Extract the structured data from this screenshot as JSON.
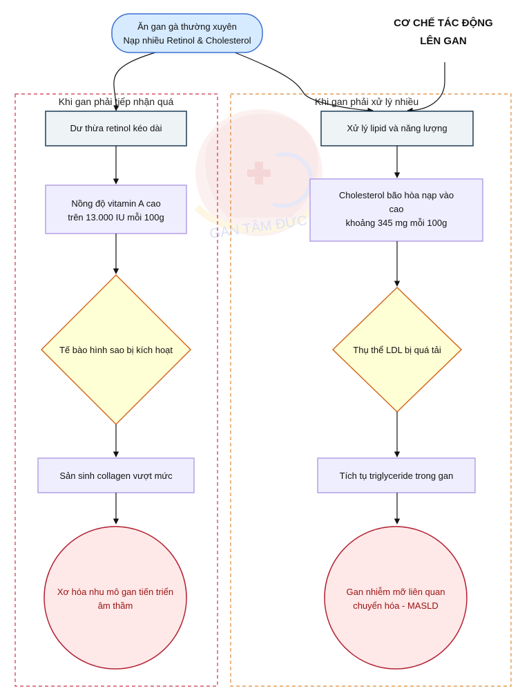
{
  "side_title": {
    "line1": "CƠ CHẾ TÁC ĐỘNG",
    "line2": "LÊN GAN"
  },
  "watermark": {
    "text": "GAN TÂM ĐỨC"
  },
  "start": {
    "line1": "Ăn gan gà thường xuyên",
    "line2": "Nạp nhiều Retinol & Cholesterol"
  },
  "left_group": {
    "label": "Khi gan phải tiếp nhận quá",
    "nodes": {
      "excess": "Dư thừa retinol kéo dài",
      "vitamin_line1": "Nồng độ vitamin A cao",
      "vitamin_line2": "trên 13.000 IU mỗi 100g",
      "stellate": "Tế bào hình sao bị kích hoạt",
      "collagen": "Sản sinh collagen vượt mức",
      "fibrosis_line1": "Xơ hóa nhu mô gan tiến triển",
      "fibrosis_line2": "âm thầm"
    }
  },
  "right_group": {
    "label": "Khi gan phải xử lý nhiều",
    "nodes": {
      "lipid": "Xử lý lipid và năng lượng",
      "chol_line1": "Cholesterol bão hòa nạp vào",
      "chol_line2": "cao",
      "chol_line3": "khoảng 345 mg mỗi 100g",
      "ldl": "Thụ thể LDL bị quá tải",
      "trig": "Tích tụ triglyceride trong gan",
      "masld_line1": "Gan nhiễm mỡ liên quan",
      "masld_line2": "chuyển hóa - MASLD"
    }
  },
  "colors": {
    "start_fill": "#d6ebff",
    "start_stroke": "#3b6ed1",
    "dark_fill": "#eef3f6",
    "dark_stroke": "#1d3c55",
    "process_fill": "#eeeeff",
    "process_stroke": "#a58be0",
    "diamond_fill": "#ffffd6",
    "diamond_stroke": "#d2691e",
    "circle_fill": "#ffe8e8",
    "circle_stroke": "#b22233",
    "circle_text": "#9b1010",
    "left_border": "#cc3344",
    "right_border": "#dd8833"
  }
}
